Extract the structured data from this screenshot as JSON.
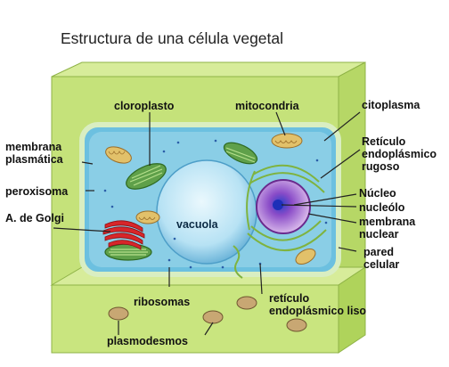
{
  "title": "Estructura de una célula vegetal",
  "labels": {
    "cloroplasto": "cloroplasto",
    "mitocondria": "mitocondria",
    "citoplasma": "citoplasma",
    "reticulo_rugoso": [
      "Retículo",
      "endoplásmico",
      "rugoso"
    ],
    "membrana_plasmatica": [
      "membrana",
      "plasmática"
    ],
    "peroxisoma": "peroxisoma",
    "golgi": "A. de Golgi",
    "vacuola": "vacuola",
    "nucleo": "Núcleo",
    "nucleolo": "nucleólo",
    "membrana_nuclear": [
      "membrana",
      "nuclear"
    ],
    "pared_celular": [
      "pared",
      "celular"
    ],
    "ribosomas": "ribosomas",
    "reticulo_liso": [
      "retículo",
      "endoplásmico liso"
    ],
    "plasmodesmos": "plasmodesmos"
  },
  "colors": {
    "cell_wall": "#c5e27a",
    "cytoplasm": "#8fd0e6",
    "vacuole": "#bfe7f6",
    "chloroplast": "#5fa04a",
    "golgi": "#d8262a",
    "nucleus": "#9a3fb6"
  }
}
